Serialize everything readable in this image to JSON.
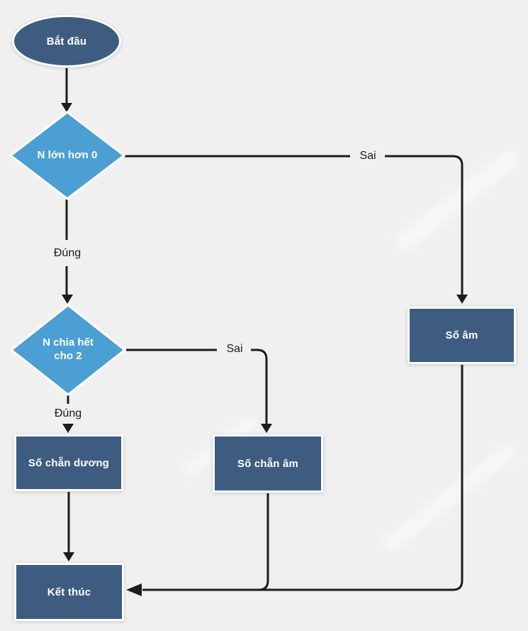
{
  "diagram": {
    "type": "flowchart",
    "language": "vi",
    "nodes": {
      "start": {
        "label": "Bắt đầu",
        "shape": "ellipse"
      },
      "decision1": {
        "label": "N lớn hơn 0",
        "shape": "diamond"
      },
      "decision2": {
        "label": "N chia hết\ncho 2",
        "shape": "diamond"
      },
      "even_positive": {
        "label": "Số chẵn dương",
        "shape": "rectangle"
      },
      "even_negative": {
        "label": "Số chẵn âm",
        "shape": "rectangle"
      },
      "negative": {
        "label": "Số âm",
        "shape": "rectangle"
      },
      "end": {
        "label": "Kết thúc",
        "shape": "rectangle"
      }
    },
    "edge_labels": {
      "decision1_true": "Đúng",
      "decision1_false": "Sai",
      "decision2_true": "Đúng",
      "decision2_false": "Sai"
    },
    "colors": {
      "terminator_fill": "#3d5c80",
      "process_fill": "#3d5c80",
      "decision_fill": "#4b9fd2",
      "shape_outline": "#ffffff",
      "connector": "#1d1d1f",
      "node_text": "#ffffff",
      "label_text": "#1a1a1a",
      "background": "#f0f0f1"
    }
  }
}
